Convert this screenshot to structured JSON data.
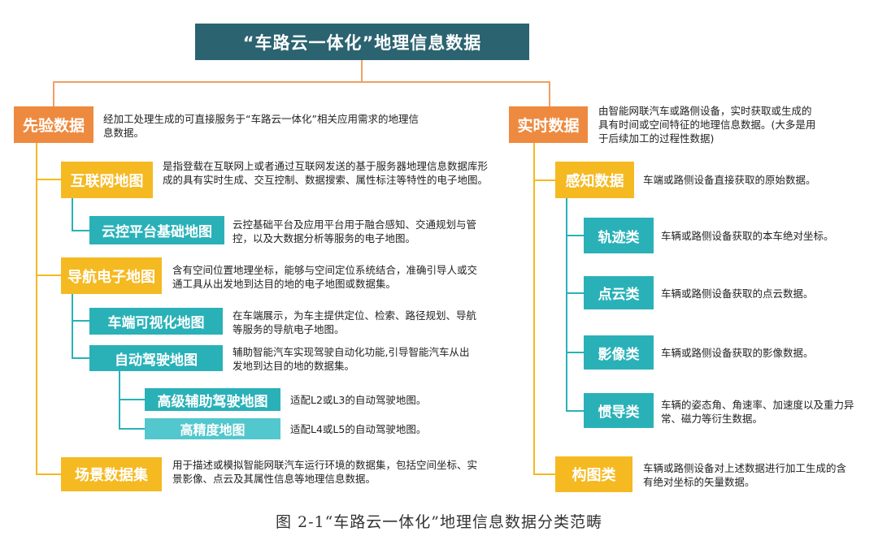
{
  "title": "“车路云一体化”地理信息数据",
  "left": {
    "label": "先验数据",
    "desc": "经加工处理生成的可直接服务于“车路云一体化”相关应用需求的地理信息数据。",
    "items": {
      "internet_map": {
        "label": "互联网地图",
        "desc": "是指登载在互联网上或者通过互联网发送的基于服务器地理信息数据库形成的具有实时生成、交互控制、数据搜索、属性标注等特性的电子地图。",
        "cloud_platform": {
          "label": "云控平台基础地图",
          "desc": "云控基础平台及应用平台用于融合感知、交通规划与管控，以及大数据分析等服务的电子地图。"
        }
      },
      "nav_map": {
        "label": "导航电子地图",
        "desc": "含有空间位置地理坐标，能够与空间定位系统结合，准确引导人或交通工具从出发地到达目的地的电子地图或数据集。",
        "vehicle_vis": {
          "label": "车端可视化地图",
          "desc": "在车端展示，为车主提供定位、检索、路径规划、导航等服务的导航电子地图。"
        },
        "autodrive": {
          "label": "自动驾驶地图",
          "desc": "辅助智能汽车实现驾驶自动化功能,引导智能汽车从出发地到达目的地的数据集。",
          "adas": {
            "label": "高级辅助驾驶地图",
            "desc": "适配L2或L3的自动驾驶地图。"
          },
          "hd": {
            "label": "高精度地图",
            "desc": "适配L4或L5的自动驾驶地图。"
          }
        }
      },
      "scene": {
        "label": "场景数据集",
        "desc": "用于描述或模拟智能网联汽车运行环境的数据集，包括空间坐标、实景影像、点云及其属性信息等地理信息数据。"
      }
    }
  },
  "right": {
    "label": "实时数据",
    "desc": "由智能网联汽车或路侧设备，实时获取或生成的具有时间或空间特征的地理信息数据。(大多是用于后续加工的过程性数据)",
    "perception": {
      "label": "感知数据",
      "desc": "车端或路侧设备直接获取的原始数据。",
      "items": [
        {
          "label": "轨迹类",
          "desc": "车辆或路侧设备获取的本车绝对坐标。"
        },
        {
          "label": "点云类",
          "desc": "车辆或路侧设备获取的点云数据。"
        },
        {
          "label": "影像类",
          "desc": "车辆或路侧设备获取的影像数据。"
        },
        {
          "label": "惯导类",
          "desc": "车辆的姿态角、角速率、加速度以及重力异常、磁力等衍生数据。"
        }
      ]
    },
    "composition": {
      "label": "构图类",
      "desc": "车辆或路侧设备对上述数据进行加工生成的含有绝对坐标的矢量数据。"
    }
  },
  "caption": "图 2-1“车路云一体化”地理信息数据分类范畴",
  "colors": {
    "title": "#2b6370",
    "level1": "#ee8a3f",
    "level2": "#f5b921",
    "level3": "#2ab1b8",
    "level4": "#52c7cd"
  }
}
